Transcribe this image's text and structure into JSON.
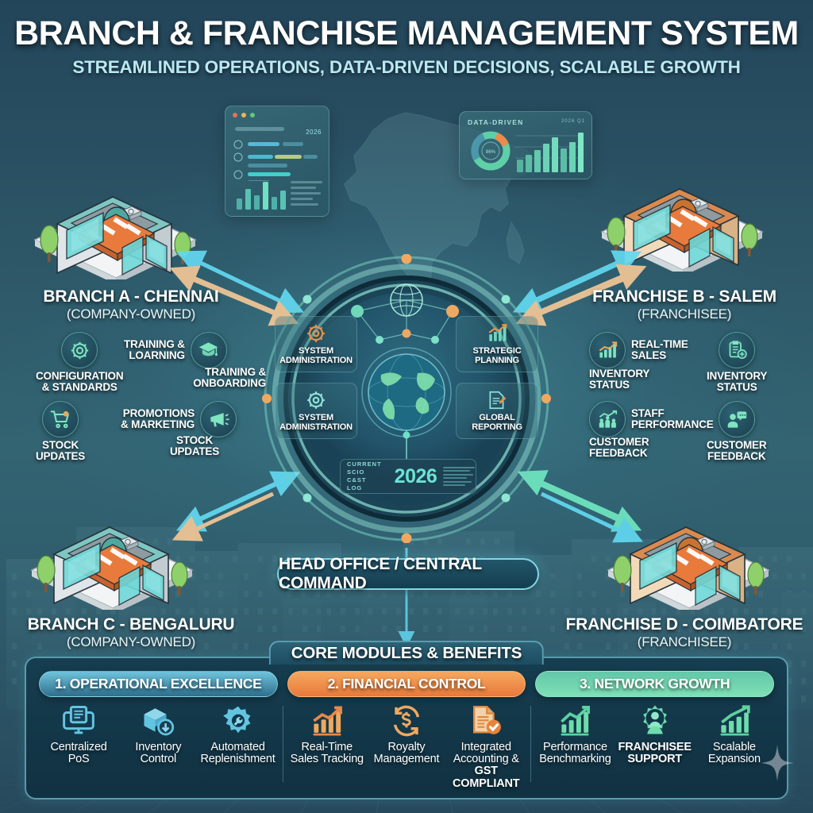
{
  "header": {
    "title": "BRANCH & FRANCHISE MANAGEMENT SYSTEM",
    "subtitle": "STREAMLINED OPERATIONS, DATA-DRIVEN DECISIONS, SCALABLE GROWTH"
  },
  "colors": {
    "background": "#2c5566",
    "accent_cyan": "#7fd8e6",
    "accent_orange": "#e8793a",
    "accent_green": "#7fe0b6",
    "title_text": "#ffffff",
    "subtitle_text": "#b9e9f2"
  },
  "dashboards": {
    "left": {
      "year": "2026",
      "dots": [
        "#e8705f",
        "#e8b84f",
        "#5fc97a"
      ]
    },
    "right": {
      "header": "DATA-DRIVEN",
      "code": "2026 Q1",
      "donut_center": "86%"
    }
  },
  "branches": [
    {
      "id": "branch-a",
      "name": "BRANCH A - CHENNAI",
      "type": "(COMPANY-OWNED)",
      "position": "top-left",
      "nodes": [
        {
          "label": "CONFIGURATION\n& STANDARDS",
          "icon": "gear-icon",
          "side": "left"
        },
        {
          "label": "TRAINING &\nLOARNING",
          "icon": "graduation-cap-icon",
          "side": "right"
        },
        {
          "label": "TRAINING &\nONBOARDING",
          "icon": "none",
          "side": "right"
        },
        {
          "label": "STOCK\nUPDATES",
          "icon": "shopping-cart-icon",
          "side": "left"
        },
        {
          "label": "PROMOTIONS\n& MARKETING",
          "icon": "megaphone-icon",
          "side": "right"
        },
        {
          "label": "STOCK\nUPDATES",
          "icon": "none",
          "side": "right"
        }
      ]
    },
    {
      "id": "franchise-b",
      "name": "FRANCHISE B - SALEM",
      "type": "(FRANCHISEE)",
      "position": "top-right",
      "nodes": [
        {
          "label": "REAL-TIME\nSALES",
          "icon": "bar-chart-up-icon",
          "side": "right"
        },
        {
          "label": "INVENTORY\nSTATUS",
          "icon": "none",
          "side": "right"
        },
        {
          "label": "INVENTORY\nSTATUS",
          "icon": "clipboard-icon",
          "side": "right"
        },
        {
          "label": "STAFF\nPERFORMANCE",
          "icon": "people-chart-icon",
          "side": "right"
        },
        {
          "label": "CUSTOMER\nFEEDBACK",
          "icon": "none",
          "side": "right"
        },
        {
          "label": "CUSTOMER\nFEEDBACK",
          "icon": "chat-user-icon",
          "side": "right"
        }
      ]
    },
    {
      "id": "branch-c",
      "name": "BRANCH C - BENGALURU",
      "type": "(COMPANY-OWNED)",
      "position": "bottom-left",
      "nodes": []
    },
    {
      "id": "franchise-d",
      "name": "FRANCHISE D - COIMBATORE",
      "type": "(FRANCHISEE)",
      "position": "bottom-right",
      "nodes": []
    }
  ],
  "hub": {
    "quadrants": [
      {
        "label": "SYSTEM\nADMINISTRATION",
        "icon": "gear-icon",
        "accent": "#e8924a"
      },
      {
        "label": "STRATEGIC\nPLANNING",
        "icon": "bar-chart-up-icon",
        "accent": "#e8924a"
      },
      {
        "label": "SYSTEM\nADMINISTRATION",
        "icon": "gear-icon",
        "accent": "#8fe0d8"
      },
      {
        "label": "GLOBAL\nREPORTING",
        "icon": "document-edit-icon",
        "accent": "#8fe0d8"
      }
    ],
    "readout": {
      "label": "CURRENT\nSCIO\nC&ST LOG",
      "value": "2026"
    },
    "center_icon": "globe-icon"
  },
  "head_office": {
    "label": "HEAD OFFICE / CENTRAL COMMAND"
  },
  "footer": {
    "header": "CORE MODULES & BENEFITS",
    "columns": [
      {
        "pill": "1. OPERATIONAL EXCELLENCE",
        "style": "blue",
        "items": [
          {
            "caption": "Centralized\nPoS",
            "icon": "monitor-document-icon"
          },
          {
            "caption": "Inventory\nControl",
            "icon": "box-download-icon"
          },
          {
            "caption": "Automated\nReplenishment",
            "icon": "gear-wrench-icon"
          }
        ]
      },
      {
        "pill": "2. FINANCIAL CONTROL",
        "style": "orange",
        "items": [
          {
            "caption": "Real-Time\nSales Tracking",
            "icon": "bar-chart-up-icon"
          },
          {
            "caption": "Royalty\nManagement",
            "icon": "dollar-refresh-icon"
          },
          {
            "caption": "Integrated\nAccounting &",
            "caption_bold": "GST COMPLIANT",
            "icon": "invoice-check-icon"
          }
        ]
      },
      {
        "pill": "3. NETWORK GROWTH",
        "style": "green",
        "items": [
          {
            "caption": "Performance\nBenchmarking",
            "icon": "line-chart-up-icon"
          },
          {
            "caption_bold_all": "FRANCHISEE\nSUPPORT",
            "icon": "user-gear-icon"
          },
          {
            "caption": "Scalable\nExpansion",
            "icon": "growth-arrow-icon"
          }
        ]
      }
    ]
  }
}
